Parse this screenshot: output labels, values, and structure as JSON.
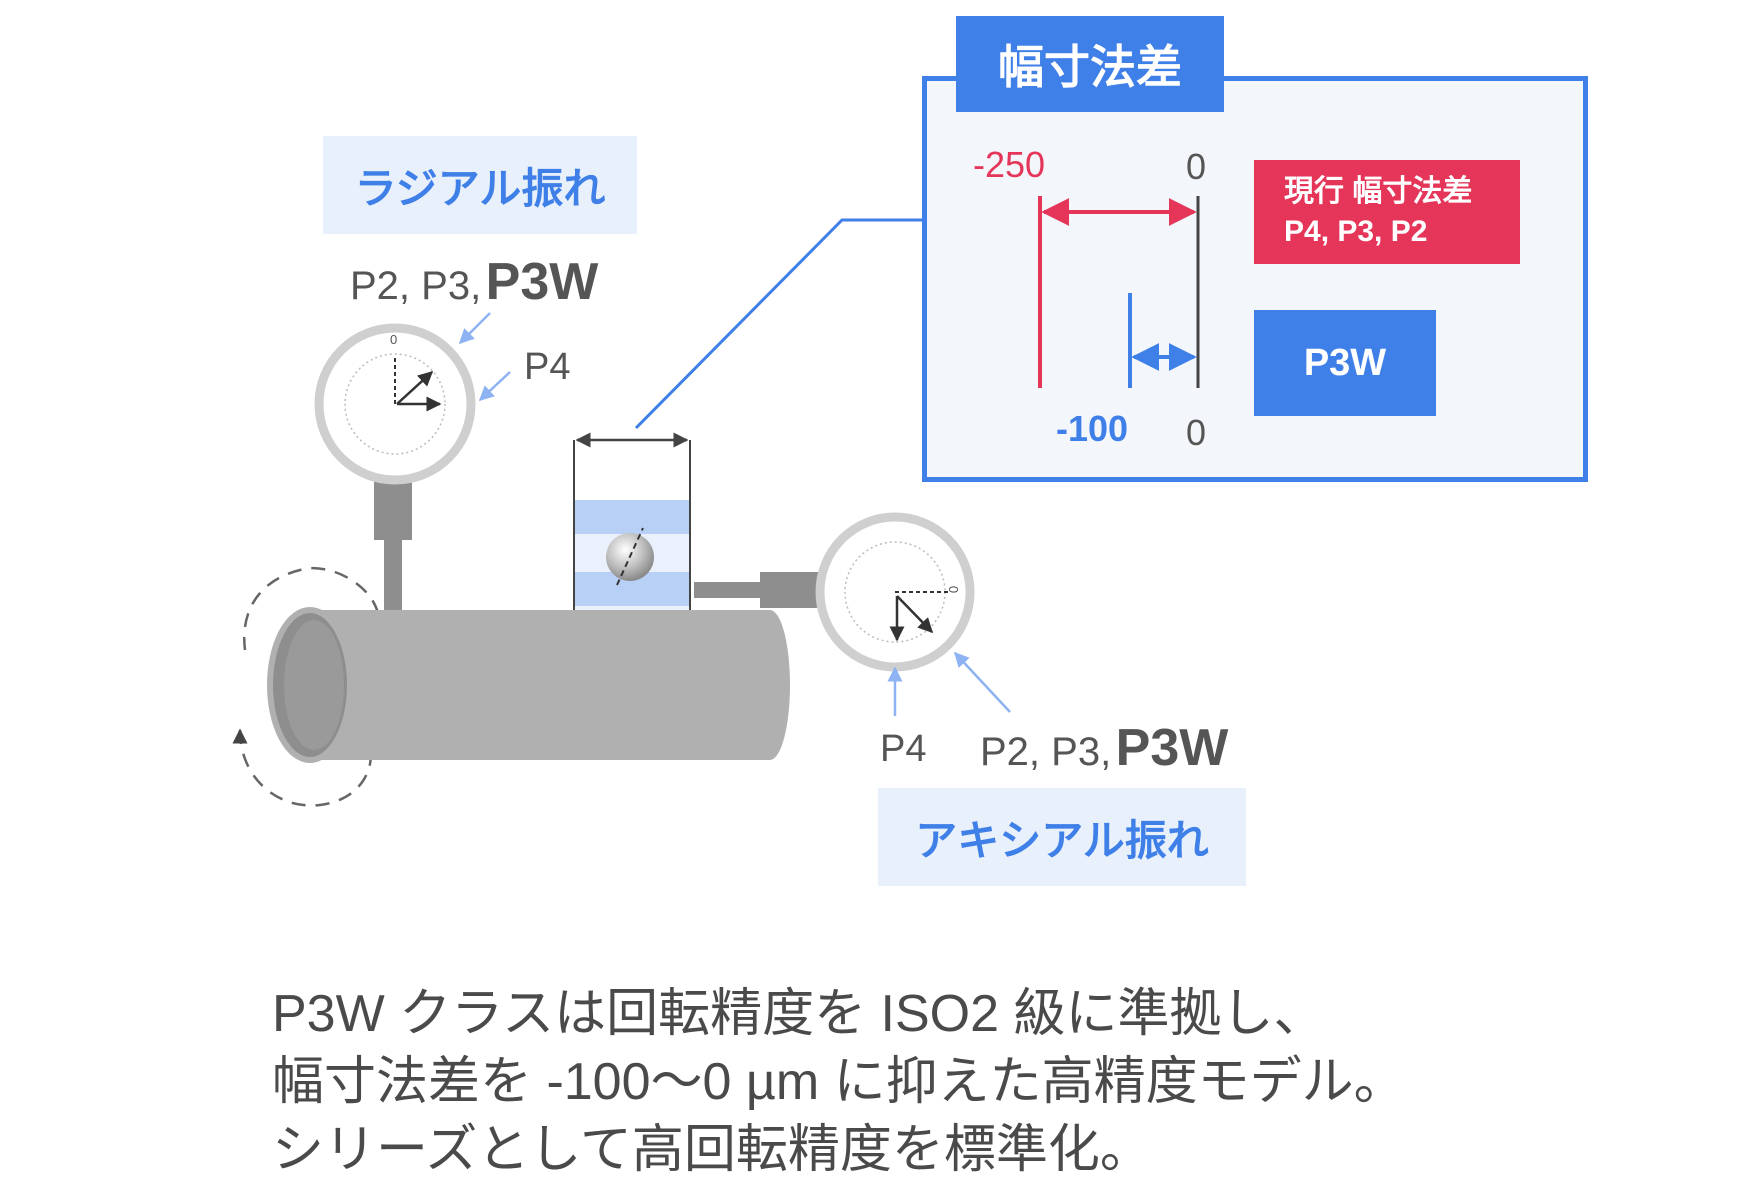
{
  "radial": {
    "title": "ラジアル振れ",
    "classes_prefix": "P2, P3,",
    "class_highlight": "P3W",
    "p4_label": "P4",
    "dial_zero": "0"
  },
  "axial": {
    "title": "アキシアル振れ",
    "classes_prefix": "P2, P3,",
    "class_highlight": "P3W",
    "p4_label": "P4",
    "dial_zero": "0"
  },
  "tolerance": {
    "title": "幅寸法差",
    "current_range_min": "-250",
    "current_range_max": "0",
    "p3w_range_min": "-100",
    "p3w_range_max": "0",
    "current_badge_line1": "現行 幅寸法差",
    "current_badge_line2": "P4, P3, P2",
    "p3w_badge": "P3W"
  },
  "caption": {
    "line1": "P3W クラスは回転精度を ISO2 級に準拠し、",
    "line2": "幅寸法差を -100〜0 µm に抑えた高精度モデル。",
    "line3": "シリーズとして高回転精度を標準化。"
  },
  "colors": {
    "accent_blue": "#3f7fe8",
    "current_red": "#e5365a",
    "label_bg": "#e8f0fc"
  }
}
